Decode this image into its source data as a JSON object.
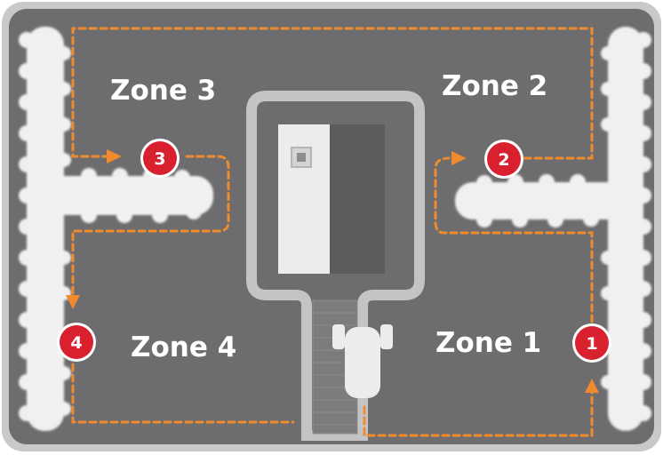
{
  "colors": {
    "yard": "#6d6d6f",
    "yard_border": "#c9c9cb",
    "hedge": "#f0f0f0",
    "path": "#ef8b2c",
    "marker": "#d8202f",
    "marker_ring": "#ffffff",
    "house_light": "#ececec",
    "house_dark": "#5c5c5e",
    "driveway_outline": "#c4c4c6"
  },
  "zones": [
    {
      "id": "zone-3",
      "label": "Zone 3"
    },
    {
      "id": "zone-2",
      "label": "Zone 2"
    },
    {
      "id": "zone-4",
      "label": "Zone 4"
    },
    {
      "id": "zone-1",
      "label": "Zone 1"
    }
  ],
  "markers": [
    {
      "id": "marker-1",
      "label": "1"
    },
    {
      "id": "marker-2",
      "label": "2"
    },
    {
      "id": "marker-3",
      "label": "3"
    },
    {
      "id": "marker-4",
      "label": "4"
    }
  ],
  "icons": {
    "house": "house-icon",
    "mower": "robot-mower-icon",
    "arrow": "path-arrow-icon"
  }
}
